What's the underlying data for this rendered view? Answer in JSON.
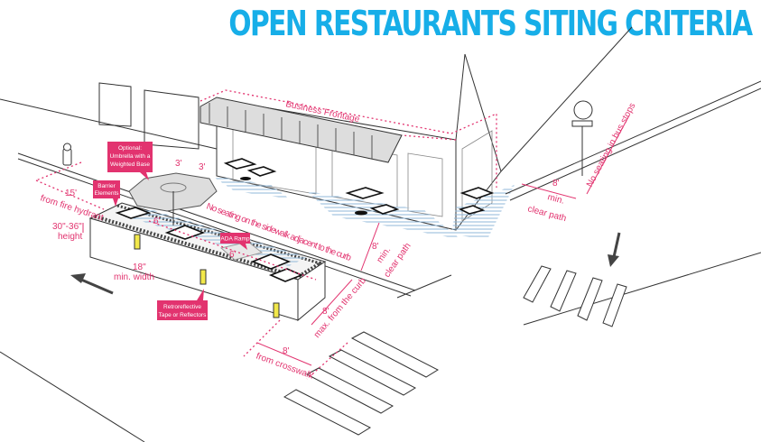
{
  "title": "OPEN RESTAURANTS SITING CRITERIA",
  "colors": {
    "accent": "#e2336f",
    "title": "#17aee8",
    "reflector": "#f2e84a"
  },
  "labels": {
    "business_frontage": "Business Frontage",
    "umbrella": [
      "Optional:",
      "Umbrella with a",
      "Weighted Base"
    ],
    "barrier": [
      "Barrier",
      "Elements"
    ],
    "ada_ramp": "ADA Ramp",
    "retroreflective": [
      "Retroreflective",
      "Tape or Reflectors"
    ],
    "fire_hydrant_dist": "15'",
    "fire_hydrant_text": "from fire hydrant",
    "height_value": "30\"-36\"",
    "height_text": "height",
    "width_value": "18\"",
    "width_text": "min. width",
    "spacing_3a": "3'",
    "spacing_3b": "3'",
    "spacing_6a": "6'",
    "spacing_6b": "6'",
    "no_seating_curb": "No seating on the sidewalk adjacent to the curb",
    "clear_path_value": "8'",
    "clear_path_text": [
      "min.",
      "clear path"
    ],
    "corner_clear_value": "8'",
    "corner_clear_text": [
      "min.",
      "clear path"
    ],
    "curb_value": "8'",
    "curb_text": "max. from the curb",
    "crosswalk_value": "8'",
    "crosswalk_text": "from crosswalk",
    "bus_stop": "No seating in bus stops"
  }
}
